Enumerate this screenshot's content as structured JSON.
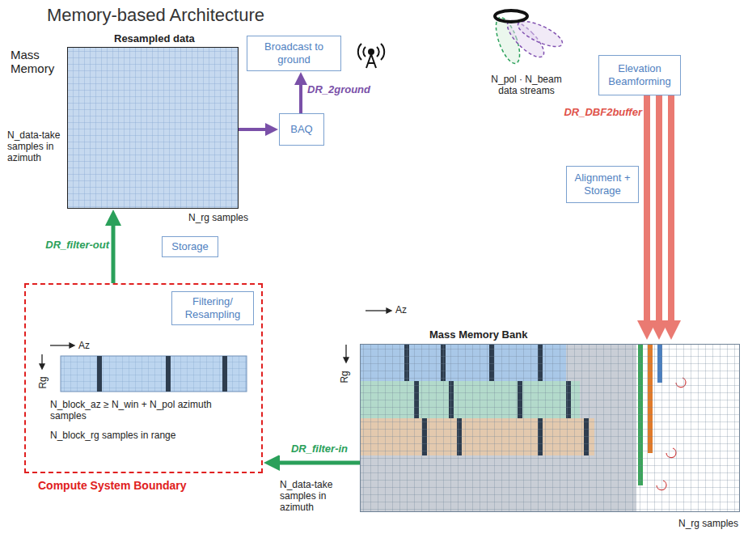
{
  "diagram": {
    "title": "Memory-based Architecture",
    "nodes": [
      {
        "text": [
          "Mass Memory",
          "Resampled data",
          "N_data-take samples in azimuth",
          "N_rg samples"
        ]
      },
      {
        "text": [
          "Broadcast to ground"
        ]
      },
      {
        "text": [
          "BAQ"
        ]
      },
      {
        "text": [
          "Elevation Beamforming"
        ]
      },
      {
        "text": [
          "Alignment + Storage"
        ]
      },
      {
        "text": [
          "Storage"
        ]
      },
      {
        "text": [
          "Compute System Boundary"
        ]
      },
      {
        "text": [
          "Filtering/ Resampling"
        ],
        "in": 6
      },
      {
        "text": [
          "Az",
          "Rg",
          "N_block_az ≥ N_win + N_pol azimuth samples",
          "N_block_rg samples in range"
        ],
        "in": 6
      },
      {
        "text": [
          "Mass Memory Bank",
          "Az",
          "Rg",
          "N_data-take samples in azimuth",
          "N_rg samples"
        ]
      }
    ],
    "edges": [
      {
        "from": 6,
        "to": 0,
        "label": "DR_filter-out",
        "arrow": "to"
      },
      {
        "from": 0,
        "to": 2,
        "arrow": "to"
      },
      {
        "from": 2,
        "to": 1,
        "label": "DR_2ground",
        "arrow": "to"
      },
      {
        "from": 3,
        "to": 9,
        "label": "DR_DBF2buffer",
        "arrow": "to"
      },
      {
        "from": 9,
        "to": 6,
        "label": "DR_filter-in",
        "arrow": "to"
      }
    ],
    "labels": [
      "N_pol · N_beam data streams"
    ]
  }
}
